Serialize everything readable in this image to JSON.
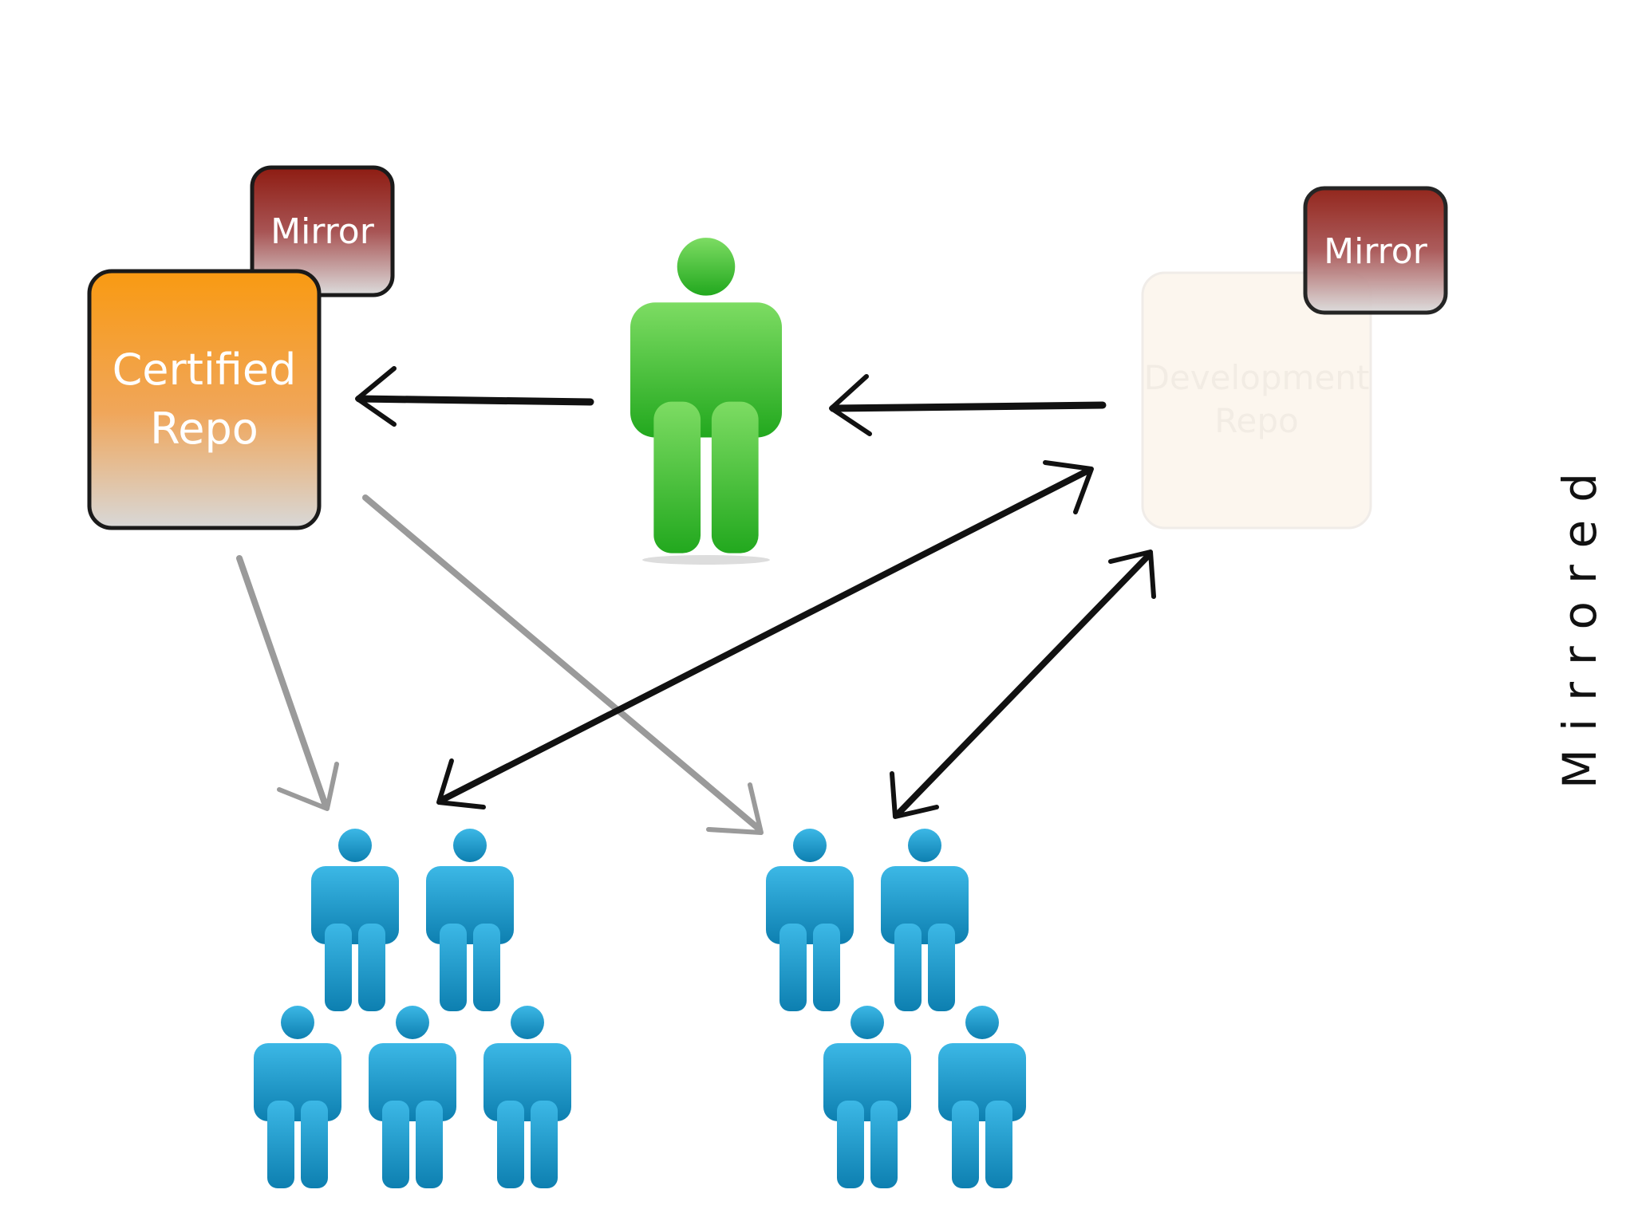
{
  "slide": {
    "title": "Mirrored"
  },
  "repos": {
    "certified": {
      "line1": "Certified",
      "line2": "Repo",
      "mirror_label": "Mirror"
    },
    "development": {
      "line1": "Development",
      "line2": "Repo",
      "mirror_label": "Mirror"
    }
  },
  "colors": {
    "certified_top": "#f99a12",
    "certified_bottom": "#d8d8d8",
    "mirror_top": "#8e1c12",
    "mirror_bottom": "#dcdcdc",
    "maintainer": "#48c83c",
    "team": "#1e9cd0",
    "arrow_dark": "#111111",
    "arrow_light": "#9a9a9a"
  },
  "icons": {
    "maintainer": "person-icon",
    "team_member": "person-icon"
  }
}
